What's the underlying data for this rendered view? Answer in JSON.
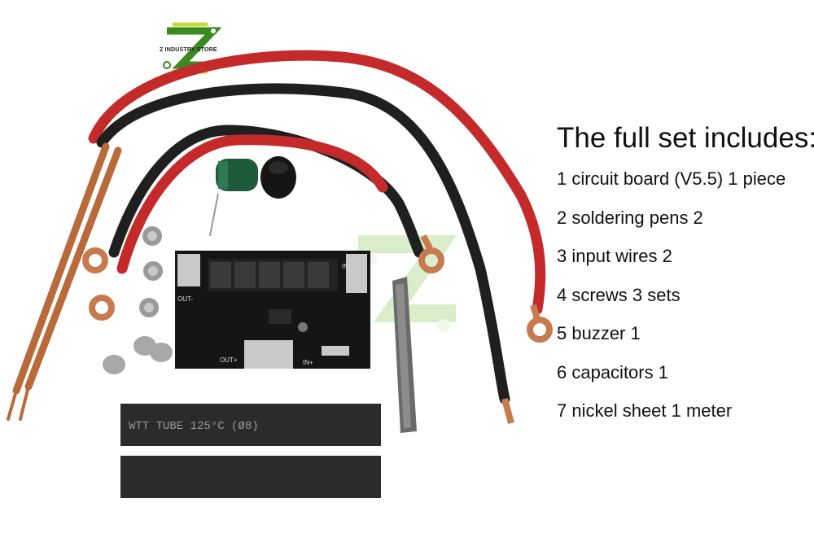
{
  "logo": {
    "text": "Z INDUSTRY STORE",
    "color": "#3a8a1e"
  },
  "tube_text": "WTT TUBE 125°C (Ø8)",
  "board_labels": {
    "in_minus": "IN-",
    "in_plus": "IN+",
    "out_minus": "OUT-",
    "out_plus": "OUT+"
  },
  "list": {
    "title": "The full set includes:",
    "items": [
      "1 circuit board (V5.5) 1 piece",
      "2 soldering pens 2",
      "3 input wires 2",
      "4 screws 3 sets",
      "5 buzzer 1",
      "6 capacitors 1",
      "7 nickel sheet 1 meter"
    ]
  }
}
